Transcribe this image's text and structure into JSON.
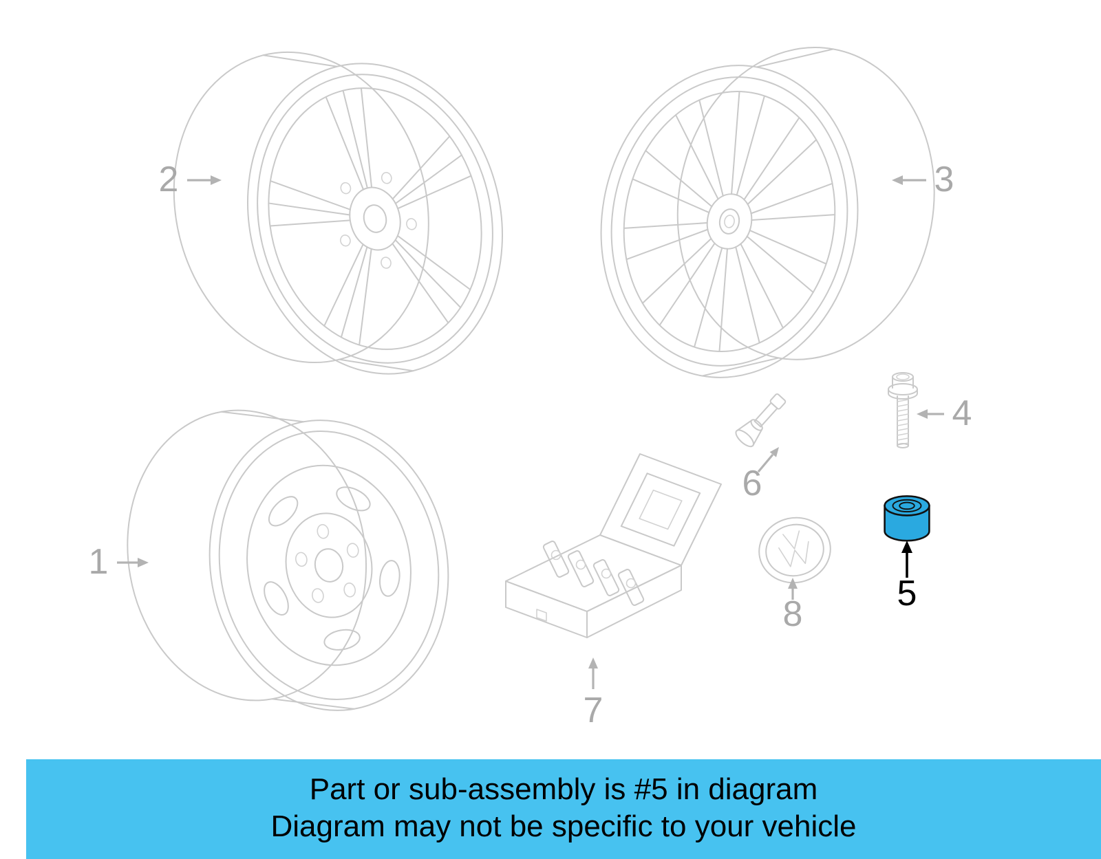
{
  "diagram": {
    "type": "exploded-parts-diagram",
    "subject": "vehicle-wheels-and-wheel-hardware",
    "callouts": {
      "1": {
        "label": "1",
        "part": "steel-wheel"
      },
      "2": {
        "label": "2",
        "part": "alloy-wheel-five-double-spoke"
      },
      "3": {
        "label": "3",
        "part": "alloy-wheel-ten-spoke"
      },
      "4": {
        "label": "4",
        "part": "wheel-bolt"
      },
      "5": {
        "label": "5",
        "part": "lug-nut-cap",
        "highlighted": true
      },
      "6": {
        "label": "6",
        "part": "valve-stem"
      },
      "7": {
        "label": "7",
        "part": "wheel-lock-kit-case"
      },
      "8": {
        "label": "8",
        "part": "center-cap-vw-emblem"
      }
    }
  },
  "banner": {
    "line1": "Part or sub-assembly is #5 in diagram",
    "line2": "Diagram may not be specific to your vehicle"
  },
  "colors": {
    "highlight": "#2AA9E0",
    "highlight_dark": "#1C86B8",
    "banner_bg": "#47C2F0",
    "line": "#C9C9C9",
    "label": "#A9A9A9",
    "highlight_callout": "#000000"
  }
}
